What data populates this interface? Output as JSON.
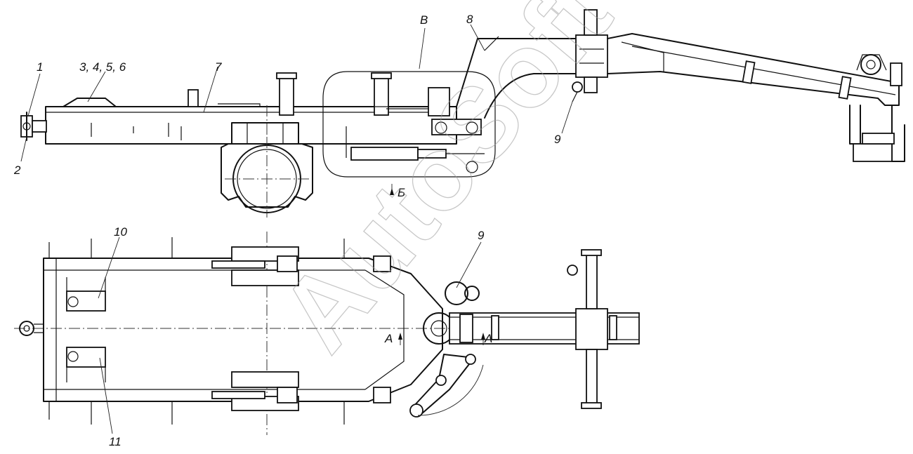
{
  "watermark": "AutoSoft",
  "callouts": {
    "c1": "1",
    "c2": "2",
    "c3456": "3, 4, 5, 6",
    "c7": "7",
    "c8": "8",
    "c9_side": "9",
    "c9_top": "9",
    "c10": "10",
    "c11": "11"
  },
  "views": {
    "view_v": "В",
    "view_b": "Б",
    "section_a_left": "А",
    "section_a_right": "А"
  }
}
